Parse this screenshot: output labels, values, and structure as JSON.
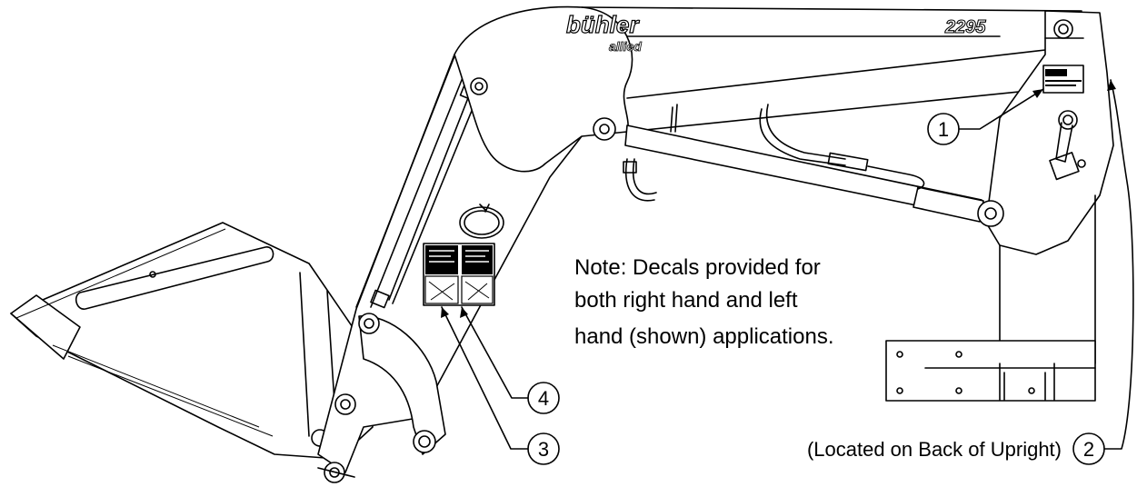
{
  "diagram": {
    "brand": {
      "name": "bühler",
      "sub": "allied"
    },
    "model": "2295",
    "note_lines": [
      "Note:  Decals provided for",
      "both right hand and left",
      "hand (shown) applications."
    ],
    "located_text": "(Located on Back of Upright)",
    "callouts": [
      {
        "id": "callout-1",
        "label": "1"
      },
      {
        "id": "callout-2",
        "label": "2"
      },
      {
        "id": "callout-3",
        "label": "3"
      },
      {
        "id": "callout-4",
        "label": "4"
      }
    ]
  }
}
